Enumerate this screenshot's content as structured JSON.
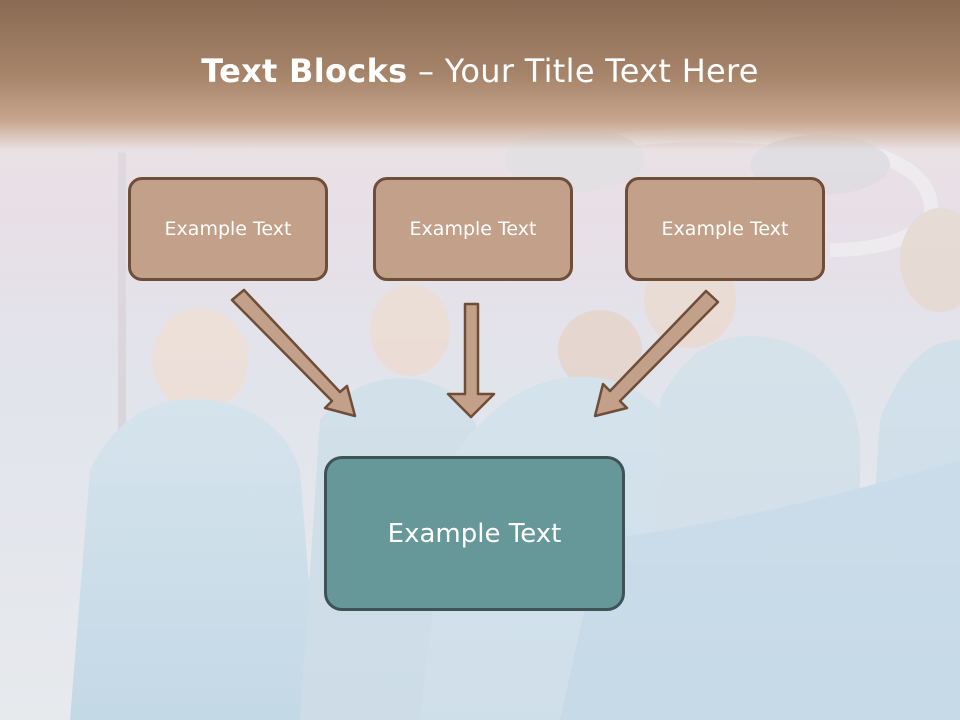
{
  "slide": {
    "title_bold": "Text Blocks",
    "title_sep": " – ",
    "title_rest": "Your Title Text Here",
    "boxes": [
      {
        "label": "Example Text"
      },
      {
        "label": "Example Text"
      },
      {
        "label": "Example Text"
      }
    ],
    "main_box": {
      "label": "Example Text"
    }
  },
  "colors": {
    "header": "#a6846a",
    "small_box_fill": "#c2a089",
    "small_box_border": "#6e4e38",
    "main_box_fill": "#66989a",
    "main_box_border": "#3d5356",
    "arrow_fill": "#c2a089"
  }
}
